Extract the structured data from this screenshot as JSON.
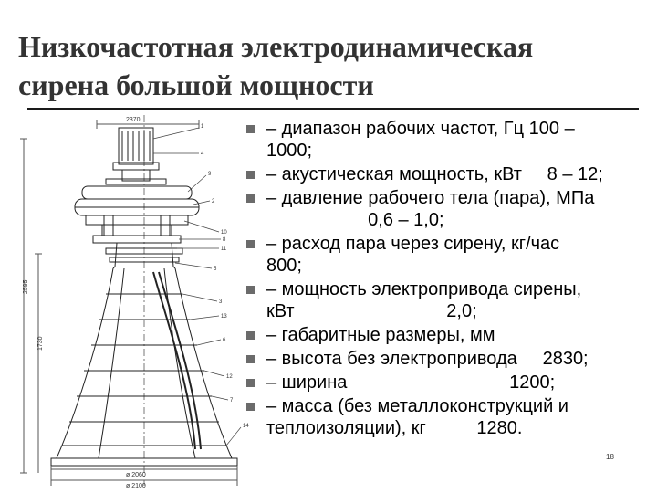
{
  "slide": {
    "title": "Низкочастотная электродинамическая сирена большой мощности",
    "page_number": "18"
  },
  "drawing": {
    "dims": [
      "2370",
      "2595",
      "1730",
      "ø 2060",
      "ø 2100"
    ],
    "callouts": [
      "1",
      "4",
      "9",
      "2",
      "10",
      "8",
      "11",
      "5",
      "3",
      "13",
      "6",
      "12",
      "7",
      "14"
    ]
  },
  "specs": [
    {
      "lines": [
        "– диапазон рабочих частот, Гц   100 –",
        "1000;"
      ]
    },
    {
      "lines": [
        "– акустическая мощность, кВт     8 – 12;"
      ]
    },
    {
      "lines": [
        "– давление рабочего тела (пара), МПа",
        "                    0,6 – 1,0;"
      ]
    },
    {
      "lines": [
        "– расход пара через сирену, кг/час",
        "800;"
      ]
    },
    {
      "lines": [
        "– мощность электропривода сирены,",
        "кВт                              2,0;"
      ]
    },
    {
      "lines": [
        "– габаритные размеры, мм"
      ]
    },
    {
      "lines": [
        "– высота без электропривода     2830;"
      ]
    },
    {
      "lines": [
        "– ширина                                1200;"
      ]
    },
    {
      "lines": [
        "– масса (без металлоконструкций и",
        "теплоизоляции), кг          1280."
      ]
    }
  ]
}
